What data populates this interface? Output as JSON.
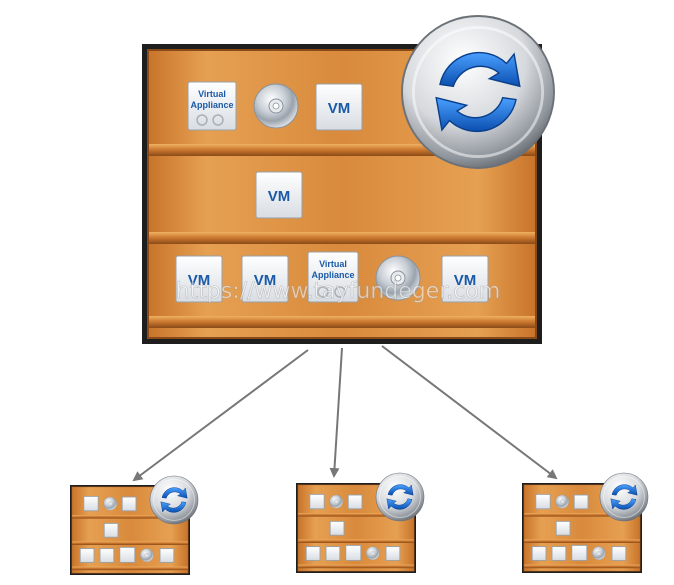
{
  "labels": {
    "vm": "VM",
    "virtual_appliance_line1": "Virtual",
    "virtual_appliance_line2": "Appliance"
  },
  "watermark": "https://www.tayfundeger.com",
  "main_library": {
    "shelf_1": [
      "virtual-appliance",
      "disc",
      "vm"
    ],
    "shelf_2": [
      "vm"
    ],
    "shelf_3": [
      "vm",
      "vm",
      "virtual-appliance",
      "disc",
      "vm"
    ]
  },
  "subscriber_libraries": [
    "subscriber-library-1",
    "subscriber-library-2",
    "subscriber-library-3"
  ],
  "icons": [
    "sync-icon",
    "disc-icon"
  ],
  "colors": {
    "wood_light": "#e39a4a",
    "wood_dark": "#b5651d",
    "frame": "#2a2a2a",
    "sync_blue": "#1f6fd1",
    "arrow_gray": "#777777",
    "tile_text": "#1a5aa8"
  }
}
